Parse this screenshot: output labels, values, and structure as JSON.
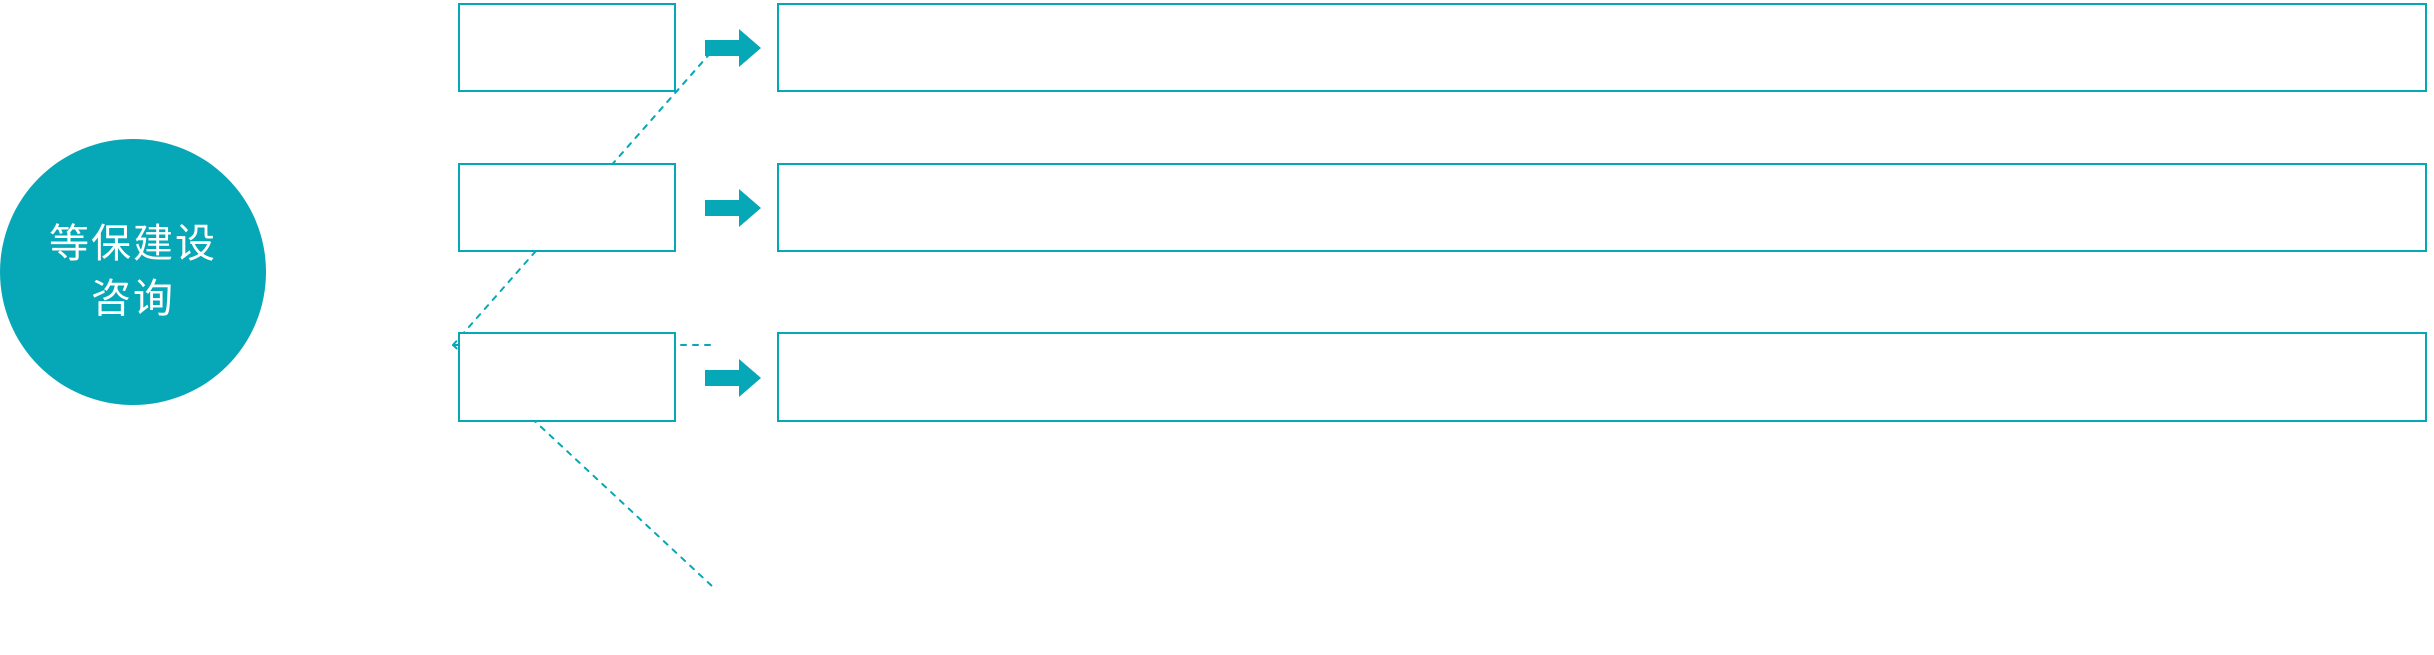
{
  "colors": {
    "accent": "#06a7b6",
    "box_border": "#06a7b6",
    "box_fill": "#ffffff",
    "hub_fill": "#06a7b6",
    "hub_text": "#ffffff",
    "connector": "#06a7b6",
    "page_background": "#ffffff"
  },
  "hub": {
    "name": "等保建设咨询",
    "line1": "等保建设",
    "line2": "咨询"
  },
  "connector": {
    "style": "dotted",
    "vertex_label": "branch-point",
    "branches": 3
  },
  "rows": [
    {
      "id": "row-1",
      "stage_label": "",
      "arrow_icon": "arrow-right-icon",
      "detail_label": ""
    },
    {
      "id": "row-2",
      "stage_label": "",
      "arrow_icon": "arrow-right-icon",
      "detail_label": ""
    },
    {
      "id": "row-3",
      "stage_label": "",
      "arrow_icon": "arrow-right-icon",
      "detail_label": ""
    }
  ]
}
